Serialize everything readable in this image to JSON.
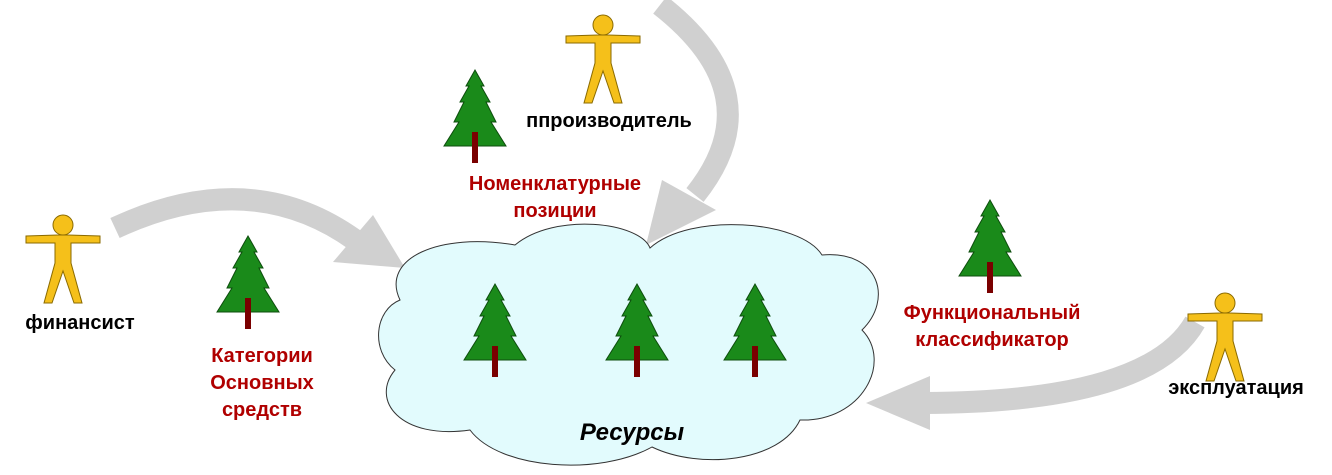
{
  "colors": {
    "tree": "#1a8a1a",
    "trunk": "#7a0000",
    "person": "#f5c01a",
    "cloud": "#e2fbfd",
    "arrow": "#d0d0d0",
    "category_text": "#b00000"
  },
  "actors": {
    "financier": "финансист",
    "producer": "ппроизводитель",
    "operation": "эксплуатация"
  },
  "classifiers": {
    "fixed_assets": [
      "Категории",
      "Основных",
      "средств"
    ],
    "nomenclature": [
      "Номенклатурные",
      "позиции"
    ],
    "functional": [
      "Функциональный",
      "классификатор"
    ]
  },
  "resources": {
    "label": "Ресурсы"
  }
}
